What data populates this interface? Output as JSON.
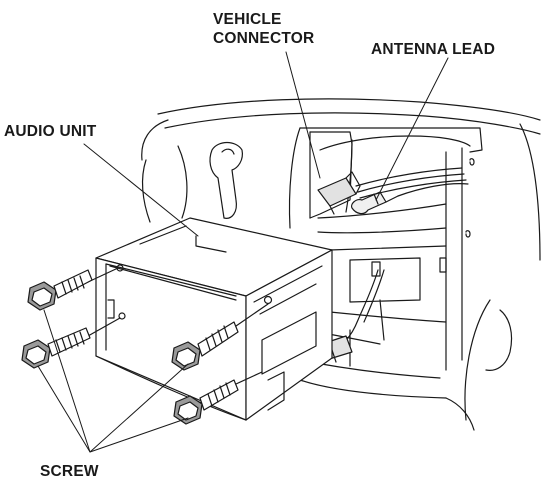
{
  "labels": {
    "vehicle_connector_line1": "VEHICLE",
    "vehicle_connector_line2": "CONNECTOR",
    "antenna_lead": "ANTENNA LEAD",
    "audio_unit": "AUDIO UNIT",
    "screw": "SCREW"
  },
  "colors": {
    "line": "#1a1a1a",
    "panel_gray": "#e2e2e2",
    "light_gray": "#f0f0f0",
    "screw_fill": "#9a9a9a"
  }
}
